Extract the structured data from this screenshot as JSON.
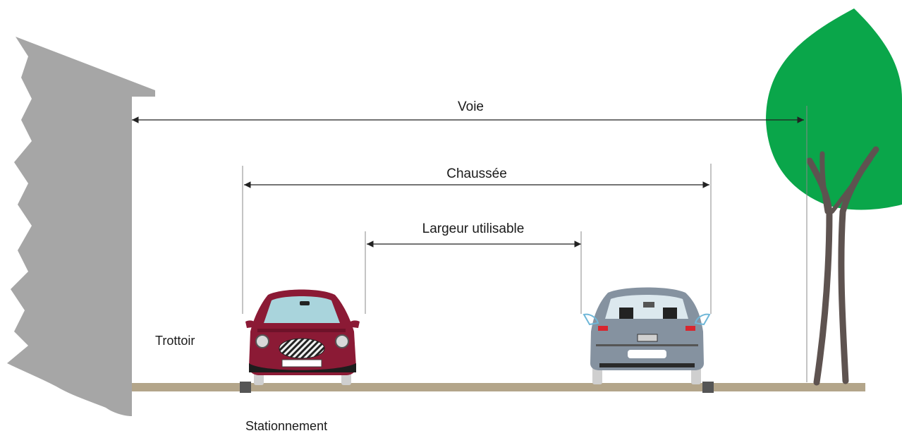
{
  "labels": {
    "voie": "Voie",
    "chaussee": "Chaussée",
    "largeur_utilisable": "Largeur utilisable",
    "trottoir": "Trottoir",
    "stationnement": "Stationnement"
  },
  "colors": {
    "building": "#a6a6a6",
    "ground": "#b3a58a",
    "tree_foliage": "#0aa64a",
    "tree_trunk": "#5e5350",
    "red_car": "#8b1a35",
    "grey_car": "#8592a0",
    "dimension_line": "#222222"
  }
}
